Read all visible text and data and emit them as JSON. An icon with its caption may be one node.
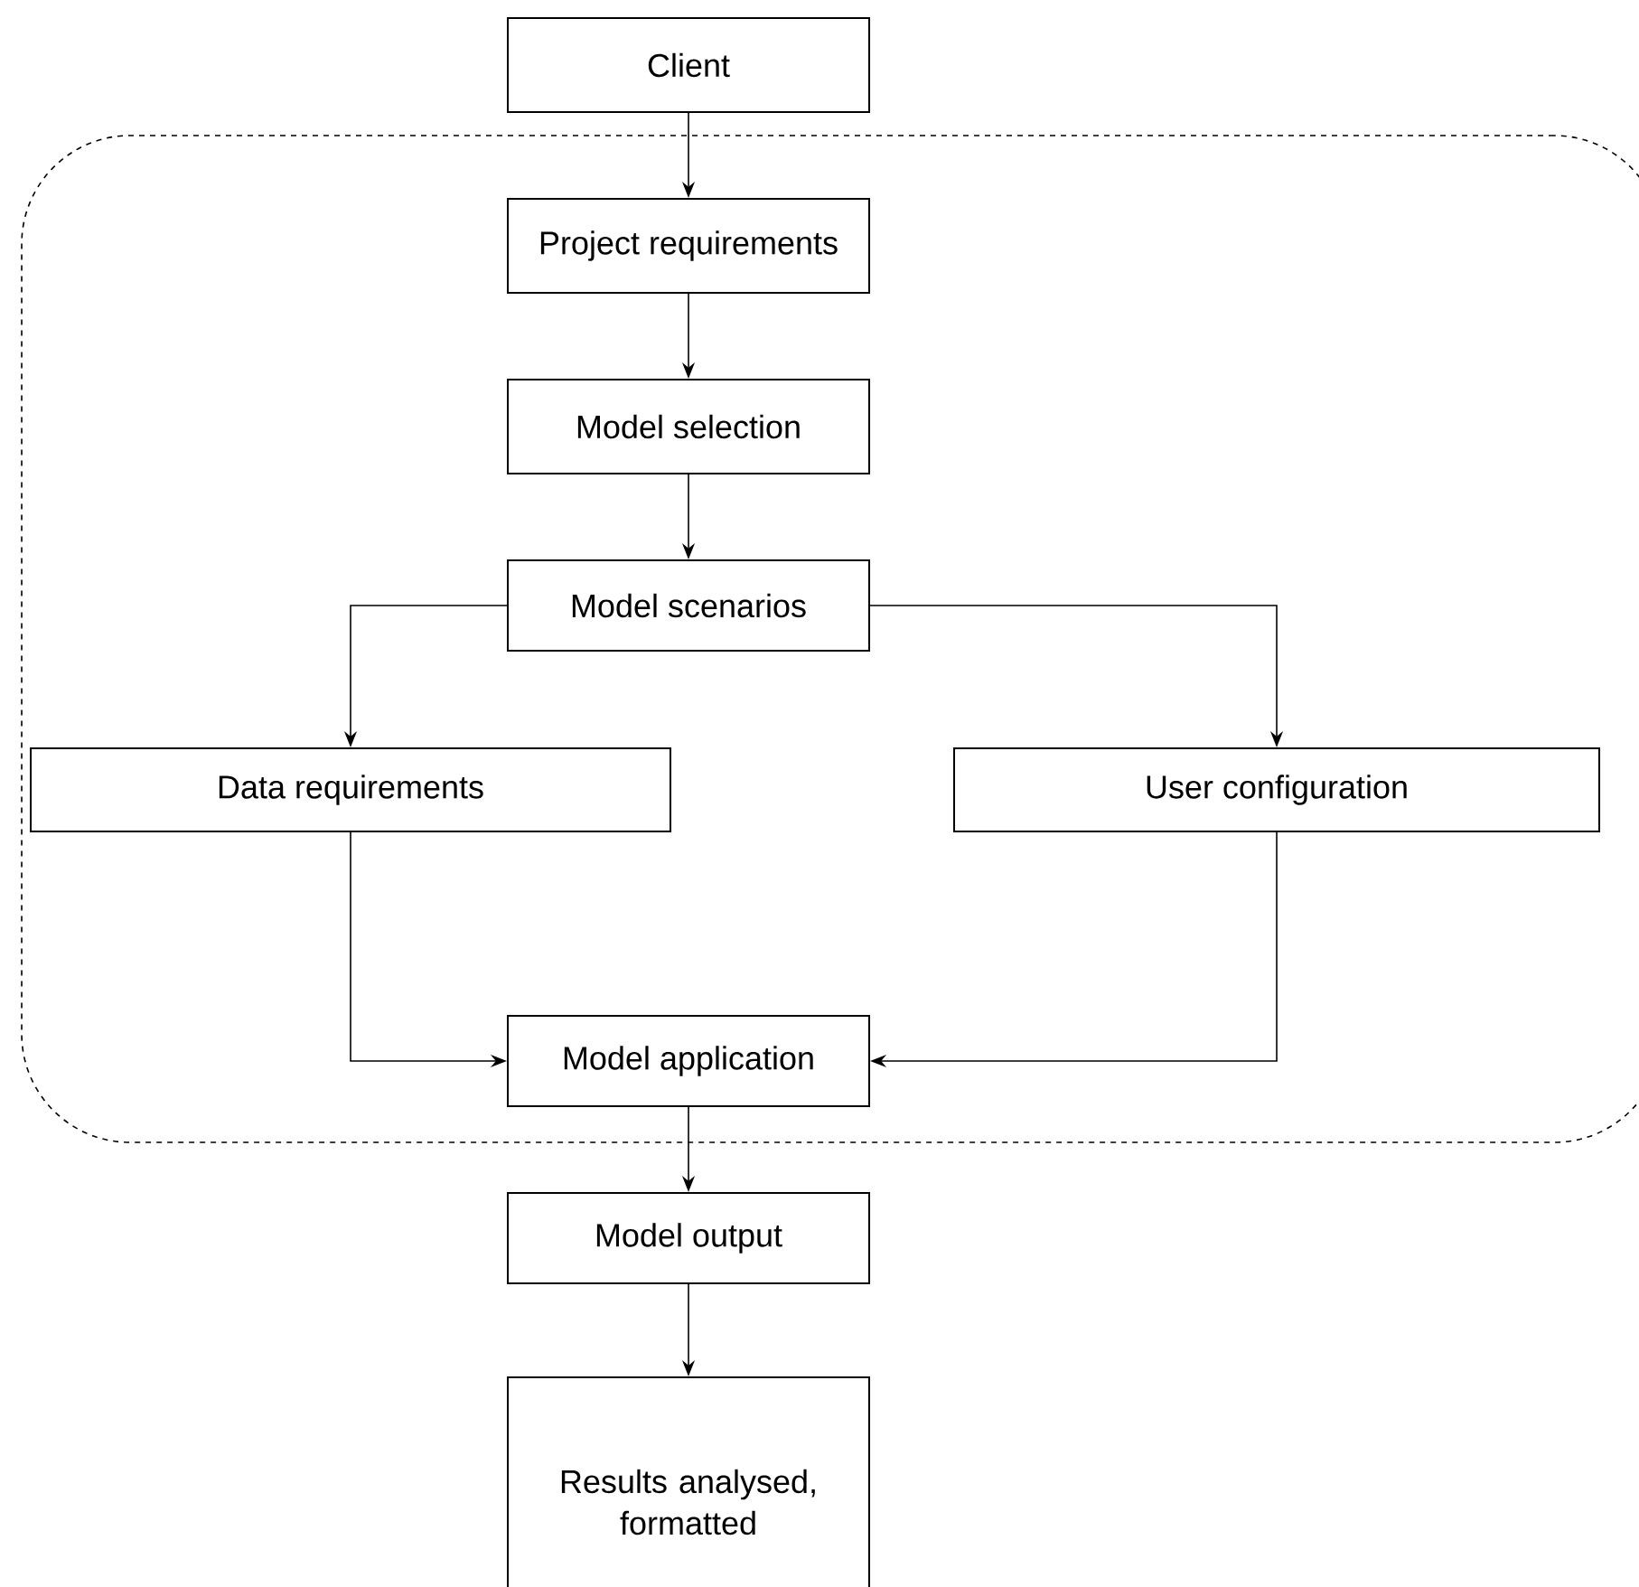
{
  "diagram": {
    "nodes": [
      {
        "text": [
          "Client"
        ]
      },
      {
        "text": [],
        "shape": "box"
      },
      {
        "text": [
          "Project requirements"
        ],
        "in": 1
      },
      {
        "text": [
          "Model selection"
        ],
        "in": 1
      },
      {
        "text": [
          "Model scenarios"
        ],
        "in": 1
      },
      {
        "text": [
          "Data requirements"
        ],
        "in": 1
      },
      {
        "text": [
          "User configuration"
        ],
        "in": 1
      },
      {
        "text": [
          "Model application"
        ],
        "in": 1
      },
      {
        "text": [
          "Model output"
        ]
      },
      {
        "text": [
          "Results analysed, formatted"
        ]
      }
    ],
    "edges": [
      {
        "from": 0,
        "to": 2,
        "arrow": "to"
      },
      {
        "from": 2,
        "to": 3,
        "arrow": "to"
      },
      {
        "from": 3,
        "to": 4,
        "arrow": "to"
      },
      {
        "from": 4,
        "to": 5,
        "arrow": "to"
      },
      {
        "from": 4,
        "to": 6,
        "arrow": "to"
      },
      {
        "from": 5,
        "to": 7,
        "arrow": "to"
      },
      {
        "from": 6,
        "to": 7,
        "arrow": "to"
      },
      {
        "from": 7,
        "to": 8,
        "arrow": "to"
      },
      {
        "from": 8,
        "to": 9,
        "arrow": "to"
      }
    ]
  }
}
